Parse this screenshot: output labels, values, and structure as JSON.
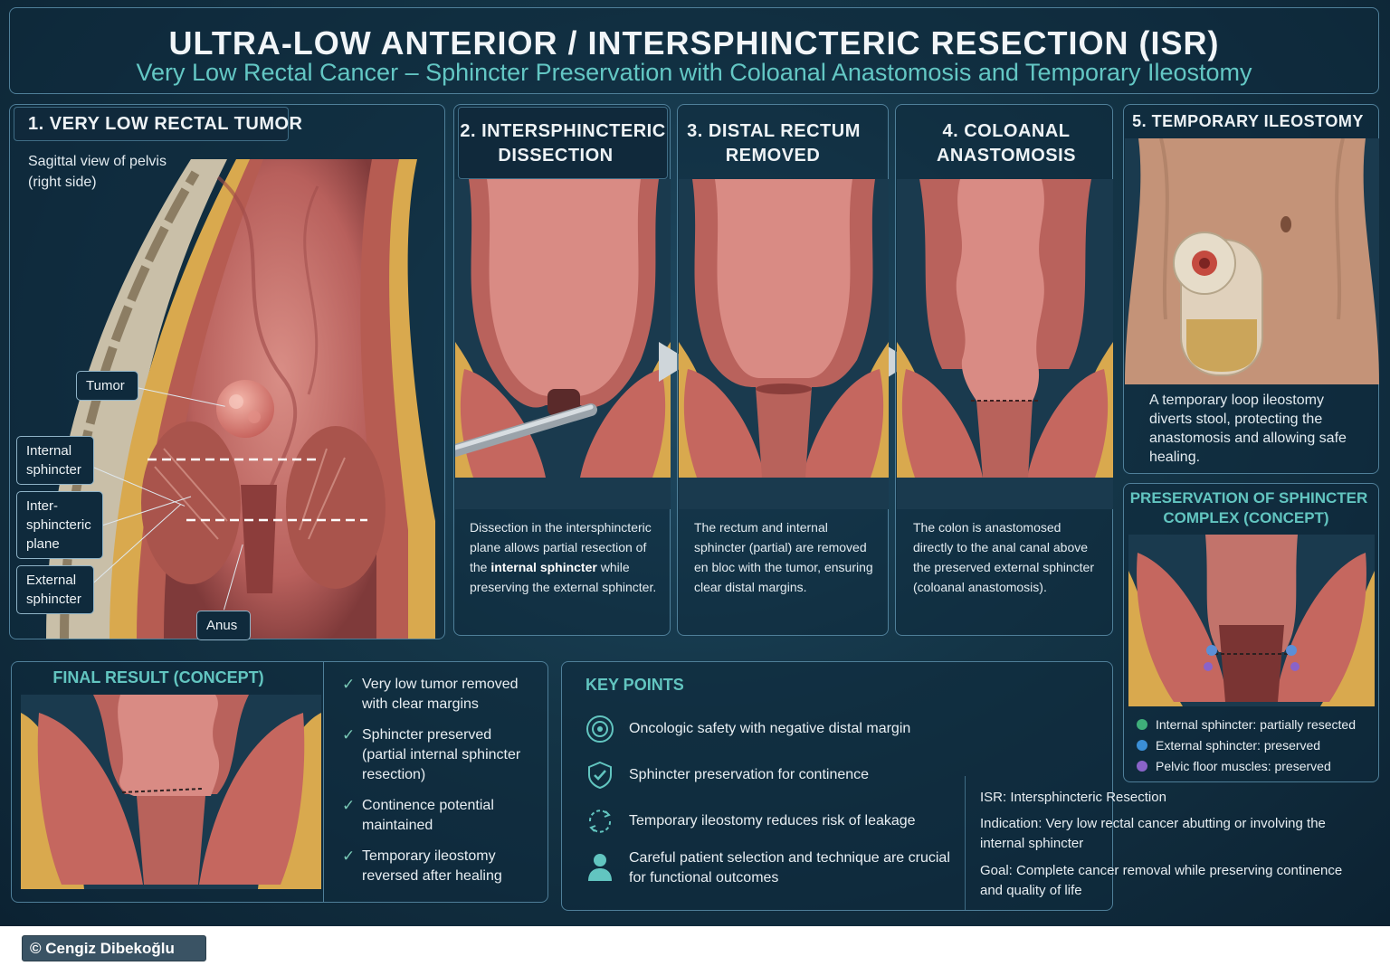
{
  "header": {
    "title": "ULTRA-LOW ANTERIOR / INTERSPHINCTERIC RESECTION (ISR)",
    "subtitle": "Very Low Rectal Cancer – Sphincter Preservation with Coloanal Anastomosis and Temporary Ileostomy"
  },
  "panel1": {
    "title": "1.  VERY LOW RECTAL TUMOR",
    "view_line1": "Sagittal view of pelvis",
    "view_line2": "(right side)",
    "labels": {
      "tumor": "Tumor",
      "internal_1": "Internal",
      "internal_2": "sphincter",
      "inter_1": "Inter-",
      "inter_2": "sphincteric",
      "inter_3": "plane",
      "external_1": "External",
      "external_2": "sphincter",
      "anus": "Anus"
    }
  },
  "panel2": {
    "title_1": "2.  INTERSPHINCTERIC",
    "title_2": "DISSECTION",
    "caption_1": "Dissection in the intersphincteric",
    "caption_2": "plane allows partial resection of",
    "caption_3a": "the ",
    "caption_3b": "internal sphincter",
    "caption_3c": " while",
    "caption_4": "preserving the external sphincter."
  },
  "panel3": {
    "title_1": "3.  DISTAL RECTUM",
    "title_2": "REMOVED",
    "caption_1": "The rectum and internal",
    "caption_2": "sphincter (partial) are removed",
    "caption_3": "en bloc with the tumor, ensuring",
    "caption_4": "clear distal margins."
  },
  "panel4": {
    "title_1": "4.  COLOANAL",
    "title_2": "ANASTOMOSIS",
    "caption_1": "The colon is anastomosed",
    "caption_2": "directly to the anal canal above",
    "caption_3": "the preserved external sphincter",
    "caption_4": "(coloanal anastomosis)."
  },
  "panel5": {
    "title": "5. TEMPORARY ILEOSTOMY",
    "caption_1": "A temporary loop ileostomy",
    "caption_2": "diverts stool, protecting the",
    "caption_3": "anastomosis and allowing safe",
    "caption_4": "healing."
  },
  "preservation": {
    "title_1": "PRESERVATION OF SPHINCTER",
    "title_2": "COMPLEX (CONCEPT)",
    "legend": [
      {
        "text": "Internal sphincter: partially resected",
        "color": "#3fae7a"
      },
      {
        "text": "External sphincter: preserved",
        "color": "#3b8fd6"
      },
      {
        "text": "Pelvic floor muscles: preserved",
        "color": "#8a63c9"
      }
    ]
  },
  "final_result": {
    "title": "FINAL RESULT (CONCEPT)",
    "checks": [
      {
        "line1": "Very low tumor removed",
        "line2": "with clear margins",
        "line3": ""
      },
      {
        "line1": "Sphincter preserved",
        "line2": "(partial internal sphincter",
        "line3": "resection)"
      },
      {
        "line1": "Continence potential",
        "line2": "maintained",
        "line3": ""
      },
      {
        "line1": "Temporary ileostomy",
        "line2": "reversed after healing",
        "line3": ""
      }
    ]
  },
  "key_points": {
    "title": "KEY POINTS",
    "items": [
      {
        "icon": "target-icon",
        "line1": "Oncologic safety with negative distal margin",
        "line2": ""
      },
      {
        "icon": "shield-check-icon",
        "line1": "Sphincter preservation for continence",
        "line2": ""
      },
      {
        "icon": "cycle-arrows-icon",
        "line1": "Temporary ileostomy reduces risk of leakage",
        "line2": ""
      },
      {
        "icon": "person-icon",
        "line1": "Careful patient selection and technique are crucial",
        "line2": "for functional outcomes"
      }
    ]
  },
  "isr_info": {
    "abbr": "ISR: Intersphincteric Resection",
    "indication_1": "Indication: Very low rectal cancer abutting or involving the",
    "indication_2": "internal sphincter",
    "goal_1": "Goal: Complete cancer removal while preserving continence",
    "goal_2": "and quality of life"
  },
  "copyright": "© Cengiz Dibekoğlu",
  "colors": {
    "background": "#143547",
    "accent_teal": "#62c5c0",
    "tissue_pink": "#c8726d",
    "fat_yellow": "#d9a94e"
  }
}
